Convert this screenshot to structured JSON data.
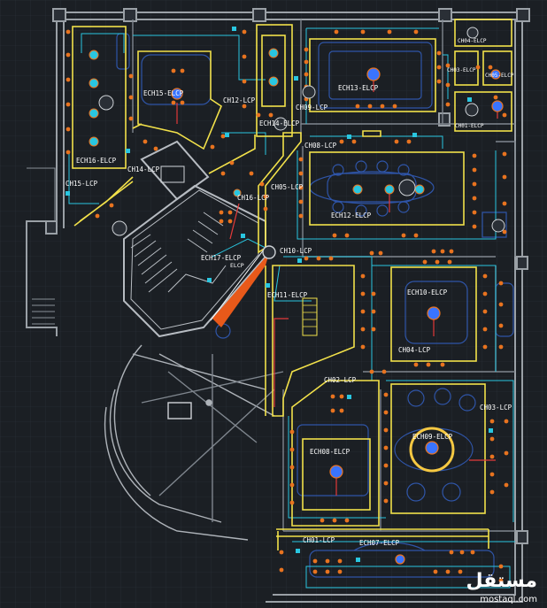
{
  "labels": {
    "ech16": "ECH16-ELCP",
    "ch15": "CH15-LCP",
    "ech15": "ECH15-ELCP",
    "ch12": "CH12-LCP",
    "ech14": "ECH14-ELCP",
    "ch09": "CH09-LCP",
    "ech13": "ECH13-ELCP",
    "ch04": "CH04-ELCP",
    "ch03": "CH03-ELCP",
    "ch05b": "CH05-ELCP",
    "ch01b": "CH01-ELCP",
    "ch08": "CH08-LCP",
    "ch14": "CH14-LCP",
    "ch05": "CH05-LCP",
    "ch16": "CH16-LCP",
    "ech12": "ECH12-ELCP",
    "ech17": "ECH17-ELCP",
    "elcp": "ELCP",
    "ch10": "CH10-LCP",
    "ech11": "ECH11-ELCP",
    "ech10": "ECH10-ELCP",
    "ch04b": "CH04-LCP",
    "ch02": "CH02-LCP",
    "ch03b": "CH03-LCP",
    "ech09": "ECH09-ELCP",
    "ech08": "ECH08-ELCP",
    "ch01": "CH01-LCP",
    "ech07": "ECH07-ELCP"
  },
  "watermark": {
    "arabic": "مستقل",
    "latin": "mostaql.com"
  }
}
